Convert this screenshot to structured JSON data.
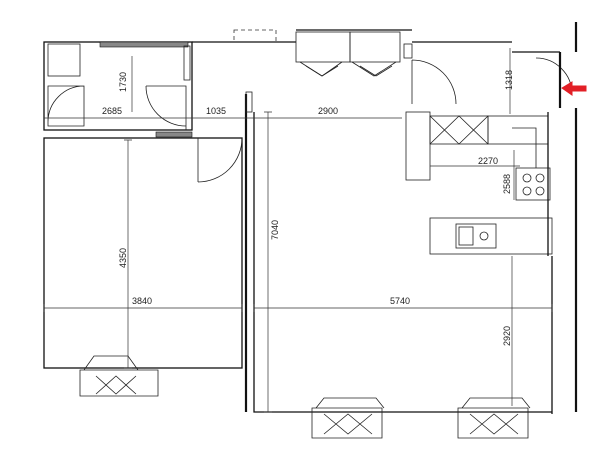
{
  "dimensions": {
    "bath_height": "1730",
    "bath_width": "2685",
    "hall_width": "1035",
    "upper_span": "2900",
    "entry_depth": "1318",
    "bedroom_height": "4350",
    "bedroom_width": "3840",
    "total_depth": "7040",
    "living_width": "5740",
    "kitchen_width": "2270",
    "kitchen_depth": "2588",
    "window_offset": "2920"
  },
  "colors": {
    "entrance_arrow": "#e21f26",
    "walls": "#111111"
  },
  "icons": {
    "entrance": "entrance-arrow-icon",
    "stove": "cooktop-icon",
    "sink": "sink-icon"
  }
}
